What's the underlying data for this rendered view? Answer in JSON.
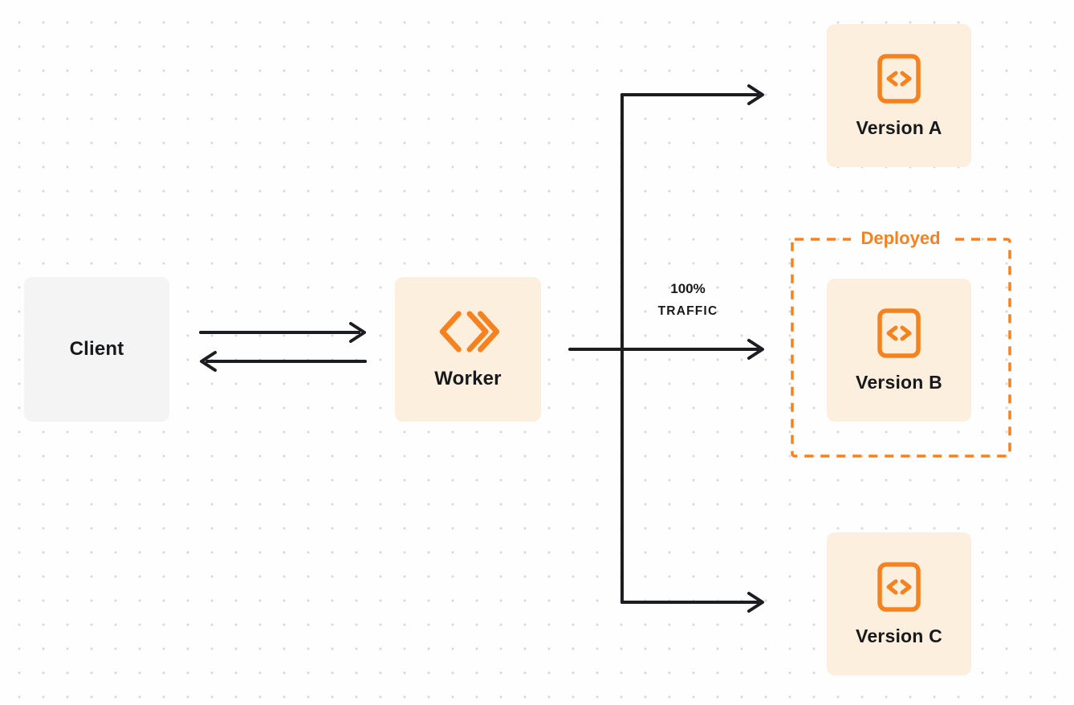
{
  "diagram": {
    "client": {
      "label": "Client"
    },
    "worker": {
      "label": "Worker"
    },
    "traffic": {
      "line1": "100%",
      "line2": "TRAFFIC"
    },
    "deployed": {
      "label": "Deployed"
    },
    "versions": [
      {
        "label": "Version A"
      },
      {
        "label": "Version B",
        "deployed": true
      },
      {
        "label": "Version C"
      }
    ],
    "icons": {
      "worker": "worker-logo-icon",
      "version": "code-icon"
    },
    "colors": {
      "accent_orange": "#f6821f",
      "node_cream": "#fcefdd",
      "client_gray": "#f4f4f5",
      "arrow_black": "#1b1d21",
      "page_background": "#fefefe",
      "dot_grid": "#d9d9de"
    }
  }
}
